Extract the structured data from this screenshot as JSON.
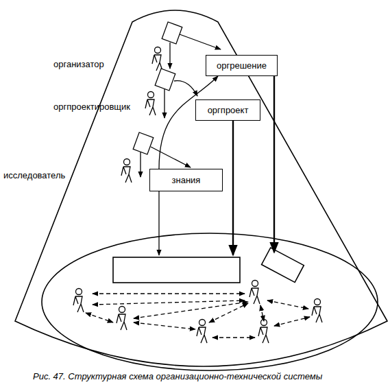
{
  "diagram": {
    "caption": "Рис. 47. Структурная схема организационно-технической системы",
    "nodes": [
      {
        "text": [
          "оргрешение"
        ]
      },
      {
        "text": [
          "оргпроект"
        ]
      },
      {
        "text": [
          "знания"
        ]
      }
    ],
    "edges": [
      {
        "from": 2,
        "to": 0,
        "arrow": "to"
      }
    ],
    "labels": [
      "организатор",
      "оргпроектировщик",
      "исследователь"
    ]
  }
}
